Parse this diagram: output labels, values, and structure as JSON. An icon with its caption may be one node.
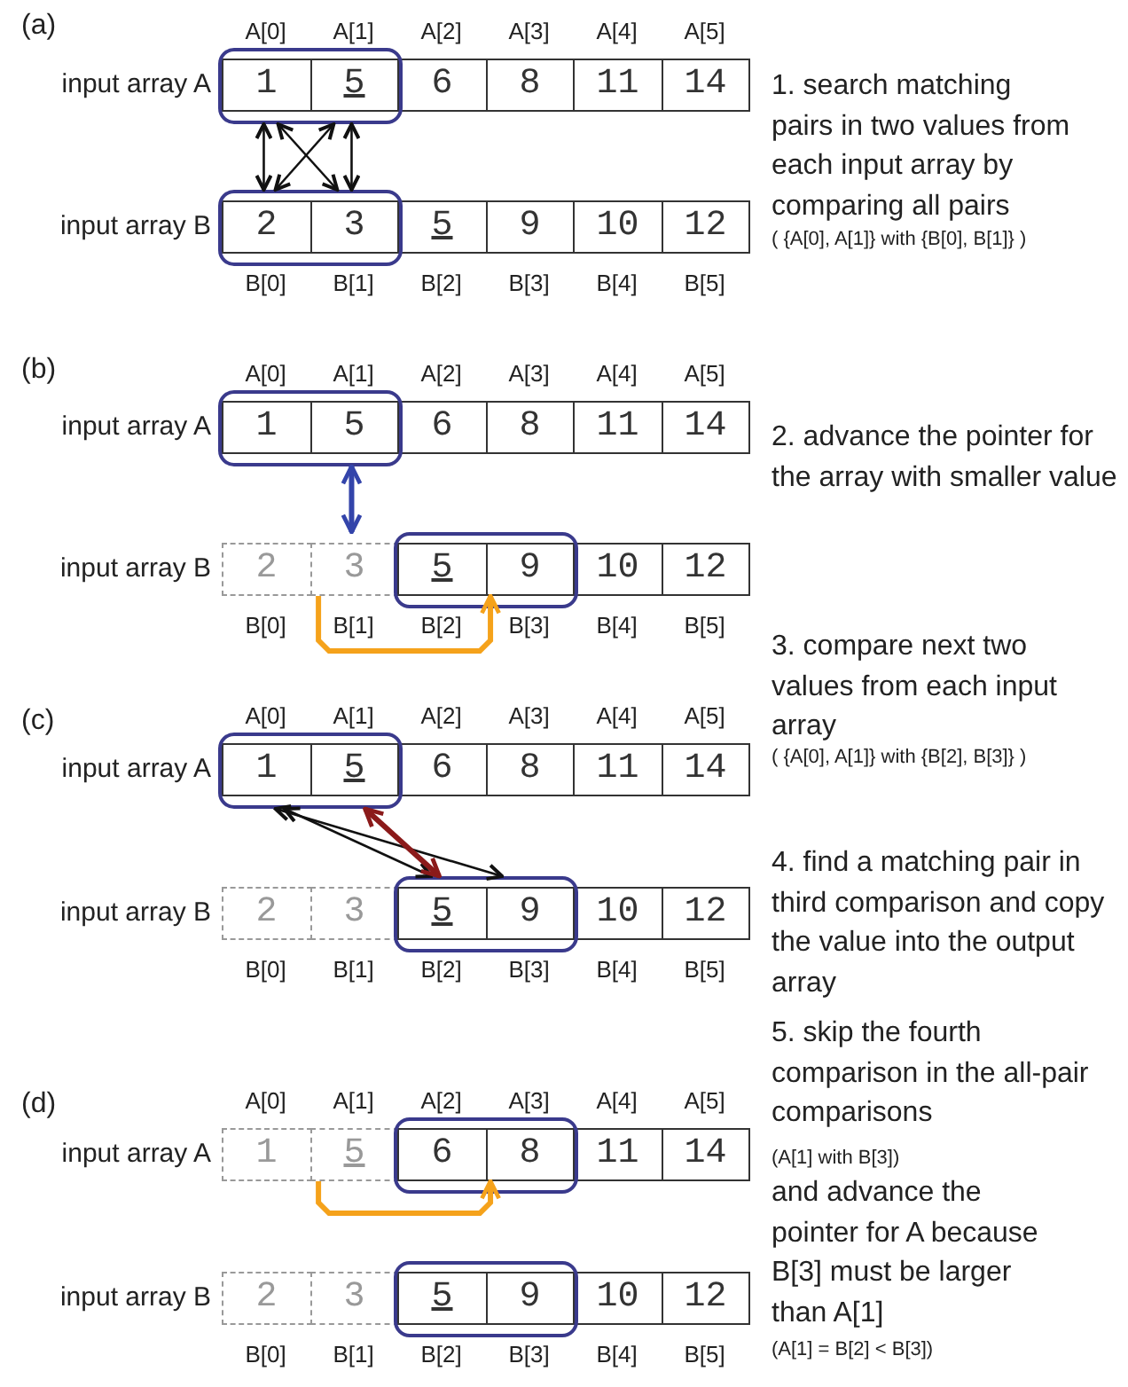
{
  "diagram": {
    "nodes": [
      {
        "text": [
          "input array A"
        ]
      },
      {
        "text": [
          "1"
        ],
        "in": 0,
        "beside": [
          "A[0]"
        ]
      },
      {
        "text": [
          "5"
        ],
        "in": 0,
        "beside": [
          "A[1]"
        ]
      },
      {
        "text": [
          "6"
        ],
        "in": 0,
        "beside": [
          "A[2]"
        ]
      },
      {
        "text": [
          "8"
        ],
        "in": 0,
        "beside": [
          "A[3]"
        ]
      },
      {
        "text": [
          "11"
        ],
        "in": 0,
        "beside": [
          "A[4]"
        ]
      },
      {
        "text": [
          "14"
        ],
        "in": 0,
        "beside": [
          "A[5]"
        ]
      },
      {
        "text": [
          "input array B"
        ]
      },
      {
        "text": [
          "2"
        ],
        "in": 7,
        "beside": [
          "B[0]"
        ]
      },
      {
        "text": [
          "3"
        ],
        "in": 7,
        "beside": [
          "B[1]"
        ]
      },
      {
        "text": [
          "5"
        ],
        "in": 7,
        "beside": [
          "B[2]"
        ]
      },
      {
        "text": [
          "9"
        ],
        "in": 7,
        "beside": [
          "B[3]"
        ]
      },
      {
        "text": [
          "10"
        ],
        "in": 7,
        "beside": [
          "B[4]"
        ]
      },
      {
        "text": [
          "12"
        ],
        "in": 7,
        "beside": [
          "B[5]"
        ]
      },
      {
        "text": [
          "input array A"
        ]
      },
      {
        "text": [
          "1"
        ],
        "in": 14,
        "beside": [
          "A[0]"
        ]
      },
      {
        "text": [
          "5"
        ],
        "in": 14,
        "beside": [
          "A[1]"
        ]
      },
      {
        "text": [
          "6"
        ],
        "in": 14,
        "beside": [
          "A[2]"
        ]
      },
      {
        "text": [
          "8"
        ],
        "in": 14,
        "beside": [
          "A[3]"
        ]
      },
      {
        "text": [
          "11"
        ],
        "in": 14,
        "beside": [
          "A[4]"
        ]
      },
      {
        "text": [
          "14"
        ],
        "in": 14,
        "beside": [
          "A[5]"
        ]
      },
      {
        "text": [
          "input array B"
        ]
      },
      {
        "text": [
          "2"
        ],
        "in": 21,
        "beside": [
          "B[0]"
        ]
      },
      {
        "text": [
          "3"
        ],
        "in": 21,
        "beside": [
          "B[1]"
        ]
      },
      {
        "text": [
          "5"
        ],
        "in": 21,
        "beside": [
          "B[2]"
        ]
      },
      {
        "text": [
          "9"
        ],
        "in": 21,
        "beside": [
          "B[3]"
        ]
      },
      {
        "text": [
          "10"
        ],
        "in": 21,
        "beside": [
          "B[4]"
        ]
      },
      {
        "text": [
          "12"
        ],
        "in": 21,
        "beside": [
          "B[5]"
        ]
      },
      {
        "text": [
          "input array A"
        ]
      },
      {
        "text": [
          "1"
        ],
        "in": 28,
        "beside": [
          "A[0]"
        ]
      },
      {
        "text": [
          "5"
        ],
        "in": 28,
        "beside": [
          "A[1]"
        ]
      },
      {
        "text": [
          "6"
        ],
        "in": 28,
        "beside": [
          "A[2]"
        ]
      },
      {
        "text": [
          "8"
        ],
        "in": 28,
        "beside": [
          "A[3]"
        ]
      },
      {
        "text": [
          "11"
        ],
        "in": 28,
        "beside": [
          "A[4]"
        ]
      },
      {
        "text": [
          "14"
        ],
        "in": 28,
        "beside": [
          "A[5]"
        ]
      },
      {
        "text": [
          "input array B"
        ]
      },
      {
        "text": [
          "2"
        ],
        "in": 35,
        "beside": [
          "B[0]"
        ]
      },
      {
        "text": [
          "3"
        ],
        "in": 35,
        "beside": [
          "B[1]"
        ]
      },
      {
        "text": [
          "5"
        ],
        "in": 35,
        "beside": [
          "B[2]"
        ]
      },
      {
        "text": [
          "9"
        ],
        "in": 35,
        "beside": [
          "B[3]"
        ]
      },
      {
        "text": [
          "10"
        ],
        "in": 35,
        "beside": [
          "B[4]"
        ]
      },
      {
        "text": [
          "12"
        ],
        "in": 35,
        "beside": [
          "B[5]"
        ]
      },
      {
        "text": [
          "input array A"
        ]
      },
      {
        "text": [
          "1"
        ],
        "in": 42,
        "beside": [
          "A[0]"
        ]
      },
      {
        "text": [
          "5"
        ],
        "in": 42,
        "beside": [
          "A[1]"
        ]
      },
      {
        "text": [
          "6"
        ],
        "in": 42,
        "beside": [
          "A[2]"
        ]
      },
      {
        "text": [
          "8"
        ],
        "in": 42,
        "beside": [
          "A[3]"
        ]
      },
      {
        "text": [
          "11"
        ],
        "in": 42,
        "beside": [
          "A[4]"
        ]
      },
      {
        "text": [
          "14"
        ],
        "in": 42,
        "beside": [
          "A[5]"
        ]
      },
      {
        "text": [
          "input array B"
        ]
      },
      {
        "text": [
          "2"
        ],
        "in": 49,
        "beside": [
          "B[0]"
        ]
      },
      {
        "text": [
          "3"
        ],
        "in": 49,
        "beside": [
          "B[1]"
        ]
      },
      {
        "text": [
          "5"
        ],
        "in": 49,
        "beside": [
          "B[2]"
        ]
      },
      {
        "text": [
          "9"
        ],
        "in": 49,
        "beside": [
          "B[3]"
        ]
      },
      {
        "text": [
          "10"
        ],
        "in": 49,
        "beside": [
          "B[4]"
        ]
      },
      {
        "text": [
          "12"
        ],
        "in": 49,
        "beside": [
          "B[5]"
        ]
      }
    ],
    "edges": [
      {
        "from": 1,
        "to": 8,
        "arrow": "both"
      },
      {
        "from": 1,
        "to": 9,
        "arrow": "both"
      },
      {
        "from": 2,
        "to": 8,
        "arrow": "both"
      },
      {
        "from": 2,
        "to": 9,
        "arrow": "both"
      },
      {
        "from": 16,
        "to": 23,
        "arrow": "both",
        "style": "thick",
        "color": "#3344aa"
      },
      {
        "from": 23,
        "to": 25,
        "arrow": "to",
        "style": "thick",
        "color": "#f5a21b"
      },
      {
        "from": 29,
        "to": 38,
        "arrow": "both"
      },
      {
        "from": 29,
        "to": 39,
        "arrow": "both"
      },
      {
        "from": 30,
        "to": 38,
        "arrow": "both",
        "style": "thick",
        "color": "#8b1a1a"
      },
      {
        "from": 44,
        "to": 46,
        "arrow": "to",
        "style": "thick",
        "color": "#f5a21b"
      }
    ],
    "labels": [
      "(a)",
      "1. search matching pairs in two values from each input array by comparing all pairs",
      "( {A[0], A[1]} with {B[0], B[1]} )",
      "(b)",
      "2. advance the pointer for the array with smaller value",
      "3. compare next two values from each input array",
      "(c)",
      "( {A[0], A[1]} with {B[2], B[3]} )",
      "4. find a matching pair in third comparison and copy the value into the output array",
      "(d)",
      "5. skip the fourth comparison in the all-pair comparisons",
      "(A[1] with B[3])",
      "and advance the pointer for A because B[3] must be larger than A[1]",
      "(A[1] = B[2] < B[3])"
    ]
  }
}
